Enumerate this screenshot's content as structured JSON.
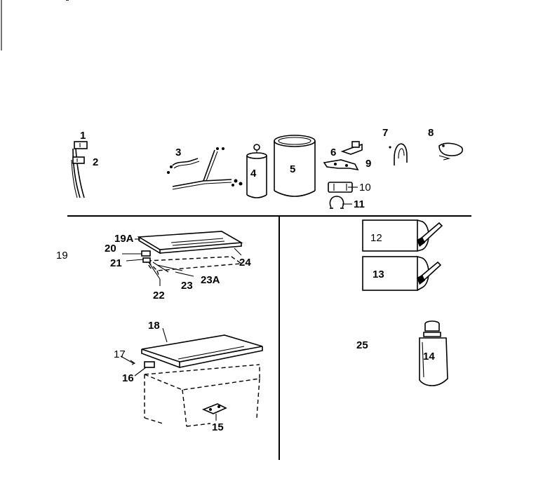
{
  "labels": {
    "p1": "1",
    "p2": "2",
    "p3": "3",
    "p4": "4",
    "p5": "5",
    "p6": "6",
    "p7": "7",
    "p8": "8",
    "p9": "9",
    "p10": "10",
    "p11": "11",
    "p12": "12",
    "p13": "13",
    "p14": "14",
    "p15": "15",
    "p16": "16",
    "p17": "17",
    "p18": "18",
    "p19": "19",
    "p19a": "19A",
    "p20": "20",
    "p21": "21",
    "p22": "22",
    "p23": "23",
    "p23a": "23A",
    "p24": "24",
    "p25": "25"
  }
}
